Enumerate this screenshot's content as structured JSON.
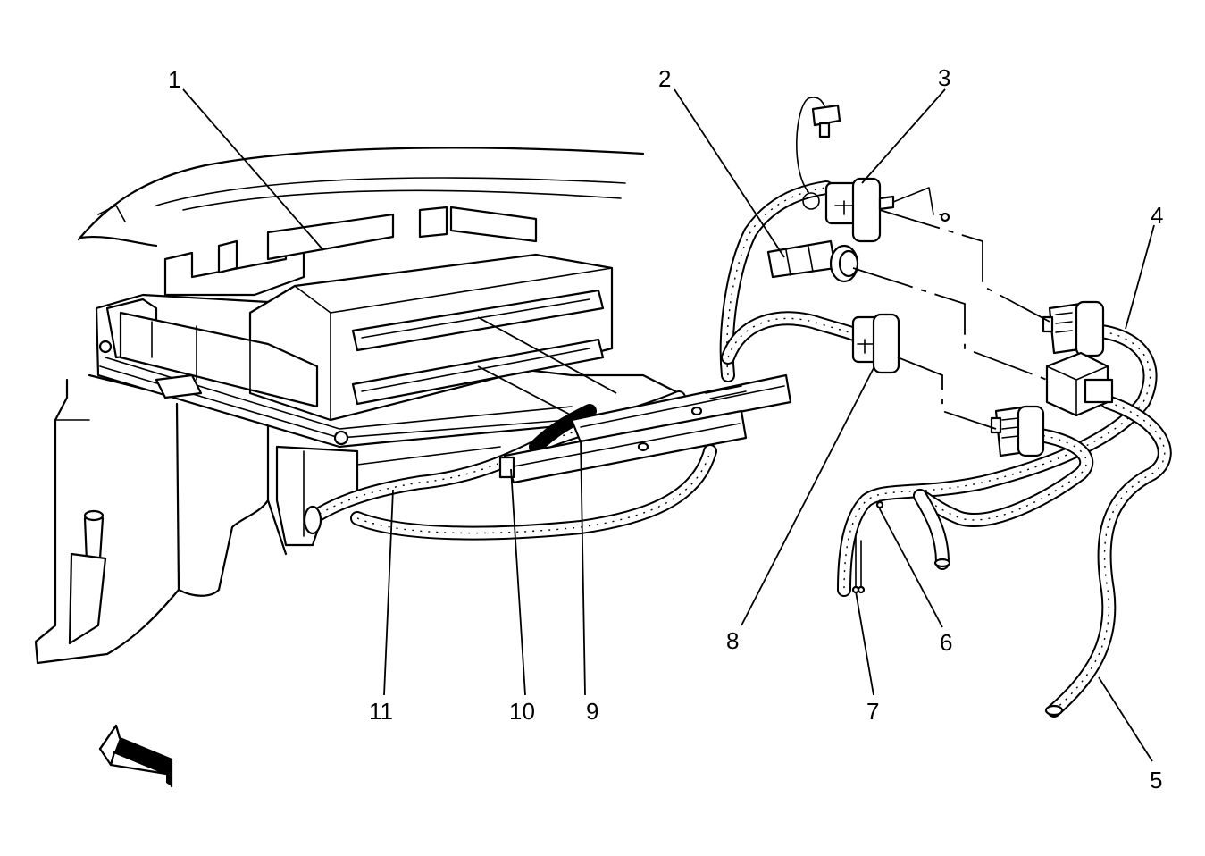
{
  "diagram": {
    "callouts": [
      {
        "id": "1",
        "label": "1"
      },
      {
        "id": "2",
        "label": "2"
      },
      {
        "id": "3",
        "label": "3"
      },
      {
        "id": "4",
        "label": "4"
      },
      {
        "id": "5",
        "label": "5"
      },
      {
        "id": "6",
        "label": "6"
      },
      {
        "id": "7",
        "label": "7"
      },
      {
        "id": "8",
        "label": "8"
      },
      {
        "id": "9",
        "label": "9"
      },
      {
        "id": "10",
        "label": "10"
      },
      {
        "id": "11",
        "label": "11"
      }
    ],
    "direction_arrow_icon": "front-direction-arrow-icon"
  }
}
